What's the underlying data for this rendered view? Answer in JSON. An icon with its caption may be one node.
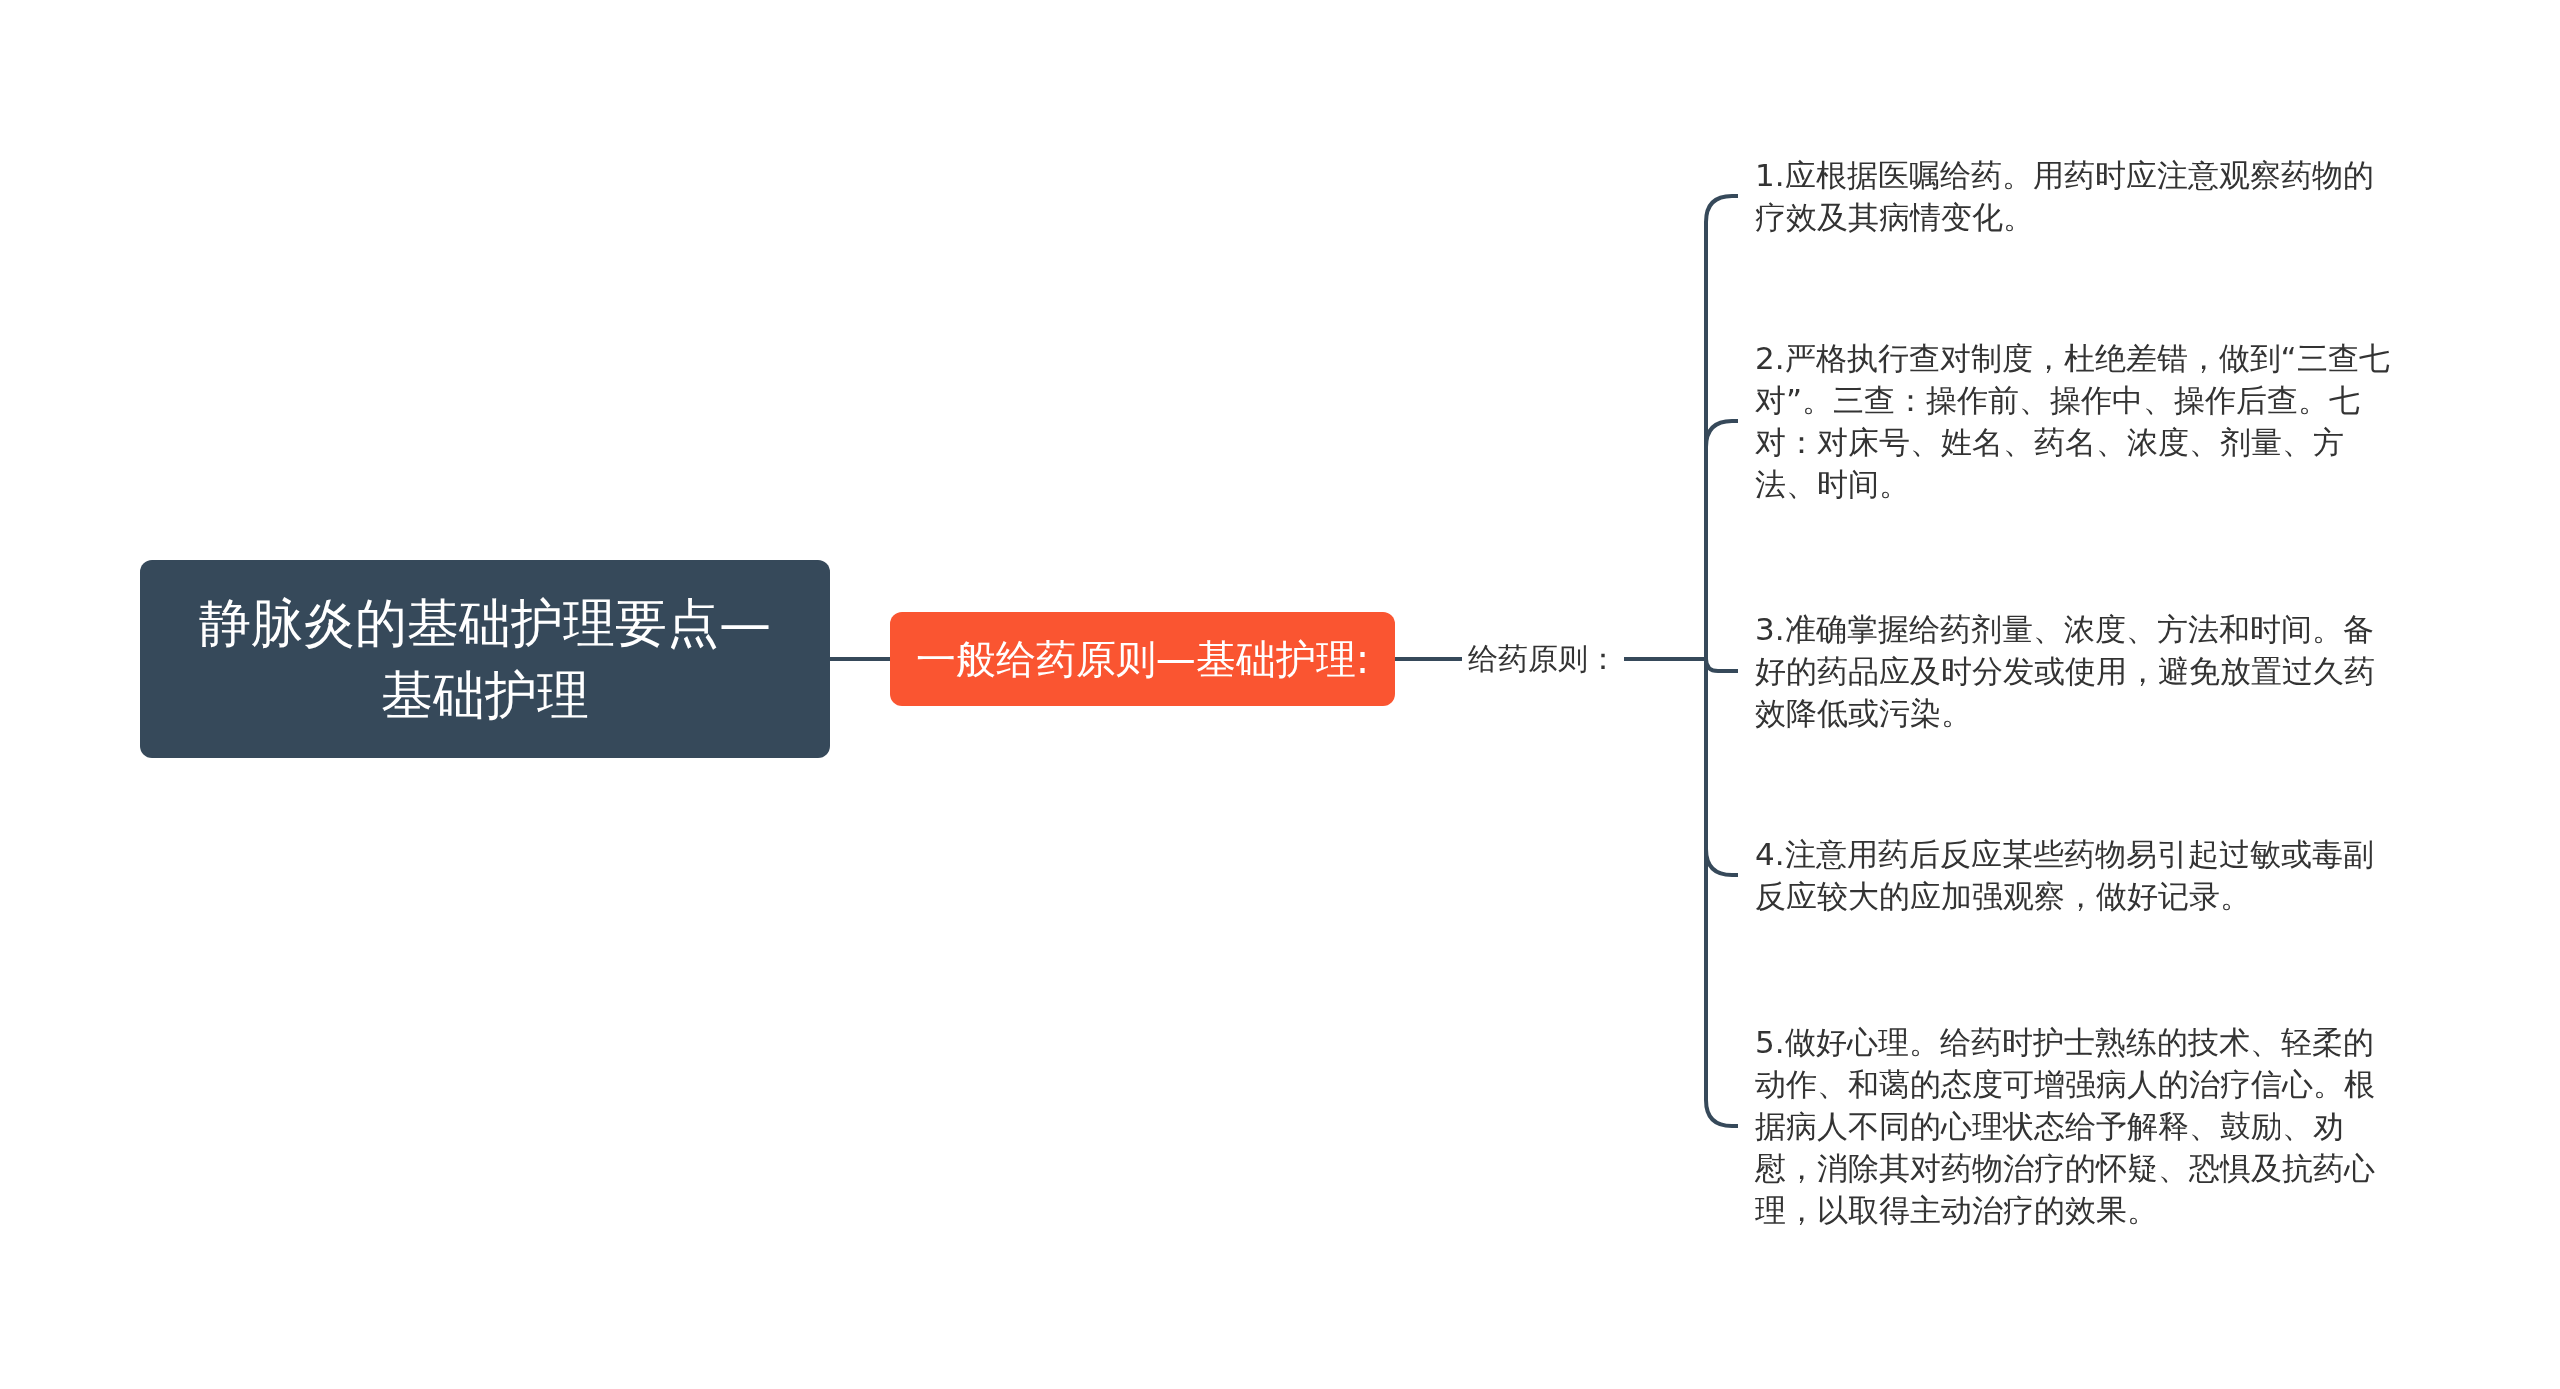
{
  "diagram": {
    "nodes": [
      {
        "text": [
          "静脉炎的基础护理要点—基础护理"
        ]
      },
      {
        "text": [
          "一般给药原则—基础护理:"
        ]
      },
      {
        "text": [
          "给药原则："
        ]
      },
      {
        "text": [
          "1.应根据医嘱给药。用药时应注意观察药物的疗效及其病情变化。"
        ]
      },
      {
        "text": [
          "2.严格执行查对制度，杜绝差错，做到“三查七对”。三查：操作前、操作中、操作后查。七对：对床号、姓名、药名、浓度、剂量、方法、时间。"
        ]
      },
      {
        "text": [
          "3.准确掌握给药剂量、浓度、方法和时间。备好的药品应及时分发或使用，避免放置过久药效降低或污染。"
        ]
      },
      {
        "text": [
          "4.注意用药后反应某些药物易引起过敏或毒副反应较大的应加强观察，做好记录。"
        ]
      },
      {
        "text": [
          "5.做好心理。给药时护士熟练的技术、轻柔的动作、和蔼的态度可增强病人的治疗信心。根据病人不同的心理状态给予解释、鼓励、劝慰，消除其对药物治疗的怀疑、恐惧及抗药心理，以取得主动治疗的效果。"
        ]
      }
    ],
    "edges": [
      {
        "from": 0,
        "to": 1,
        "arrow": "none"
      },
      {
        "from": 1,
        "to": 2,
        "arrow": "none"
      },
      {
        "from": 2,
        "to": 3,
        "arrow": "none"
      },
      {
        "from": 2,
        "to": 4,
        "arrow": "none"
      },
      {
        "from": 2,
        "to": 5,
        "arrow": "none"
      },
      {
        "from": 2,
        "to": 6,
        "arrow": "none"
      },
      {
        "from": 2,
        "to": 7,
        "arrow": "none"
      }
    ]
  }
}
